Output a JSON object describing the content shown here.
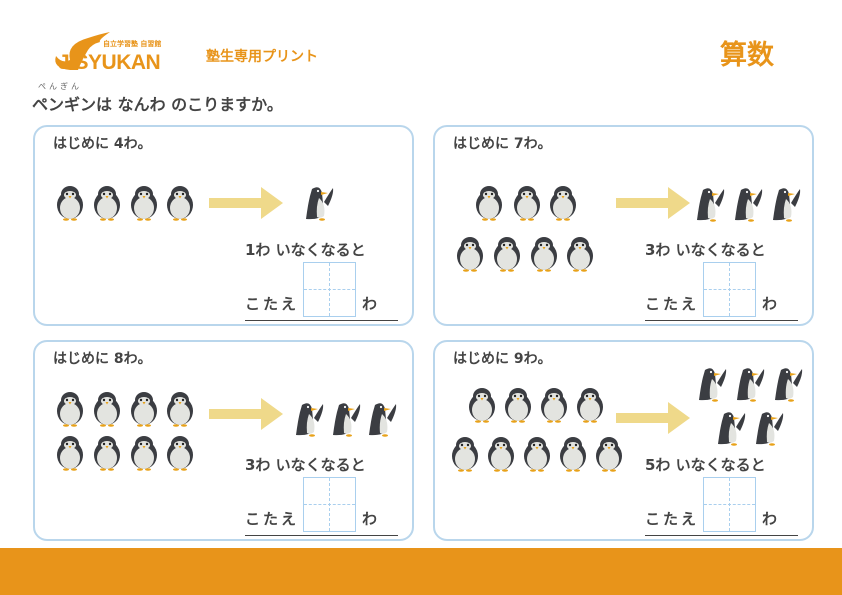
{
  "header": {
    "logo_text": "JISYUKAN",
    "logo_subtitle": "自立学習塾 自習館",
    "subtitle": "塾生専用プリント",
    "subject": "算数"
  },
  "question": {
    "ruby": "ぺんぎん",
    "text": "ペンギンは なんわ のこりますか。"
  },
  "colors": {
    "accent": "#E8941A",
    "card_border": "#B9D6EC",
    "arrow": "#EFD98A"
  },
  "problems": [
    {
      "start_text": "はじめに 4わ。",
      "start": 4,
      "leave": 1,
      "condition_text": "1わ いなくなると",
      "answer_label": "こたえ",
      "unit": "わ"
    },
    {
      "start_text": "はじめに 7わ。",
      "start": 7,
      "leave": 3,
      "condition_text": "3わ いなくなると",
      "answer_label": "こたえ",
      "unit": "わ"
    },
    {
      "start_text": "はじめに 8わ。",
      "start": 8,
      "leave": 3,
      "condition_text": "3わ いなくなると",
      "answer_label": "こたえ",
      "unit": "わ"
    },
    {
      "start_text": "はじめに 9わ。",
      "start": 9,
      "leave": 5,
      "condition_text": "5わ いなくなると",
      "answer_label": "こたえ",
      "unit": "わ"
    }
  ]
}
